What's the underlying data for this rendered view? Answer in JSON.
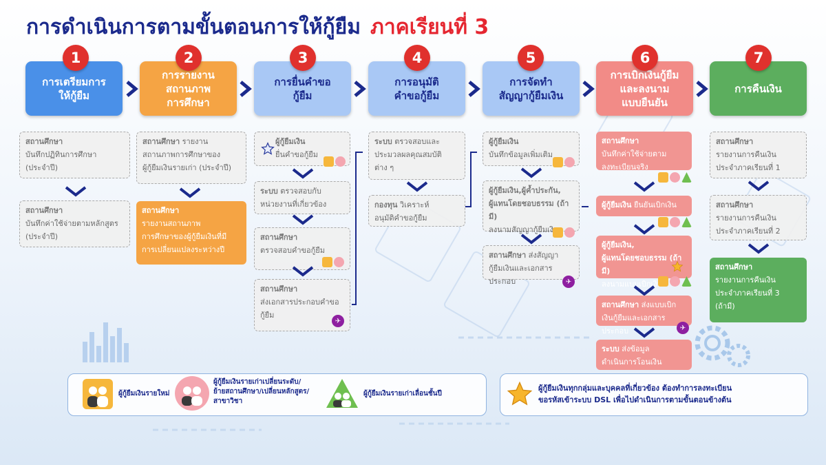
{
  "title": {
    "main": "การดำเนินการตามขั้นตอนการให้กู้ยืม",
    "sub": "ภาคเรียนที่ 3"
  },
  "colors": {
    "blue": "#4a90e8",
    "orange": "#f5a444",
    "lightblue": "#a9c8f5",
    "red": "#f28b87",
    "green": "#5cae5e",
    "navy": "#1b2a8c",
    "badge": "#e0312d"
  },
  "steps": [
    {
      "num": "1",
      "label": "การเตรียมการ\nให้กู้ยืม"
    },
    {
      "num": "2",
      "label": "การรายงาน\nสถานภาพ\nการศึกษา"
    },
    {
      "num": "3",
      "label": "การยื่นคำขอ\nกู้ยืม"
    },
    {
      "num": "4",
      "label": "การอนุมัติ\nคำขอกู้ยืม"
    },
    {
      "num": "5",
      "label": "การจัดทำ\nสัญญากู้ยืมเงิน"
    },
    {
      "num": "6",
      "label": "การเบิกเงินกู้ยืม\nและลงนาม\nแบบยืนยัน"
    },
    {
      "num": "7",
      "label": "การคืนเงิน"
    }
  ],
  "cards": {
    "c1a": {
      "head": "สถานศึกษา",
      "body": "บันทึกปฏิทินการศึกษา\n(ประจำปี)"
    },
    "c1b": {
      "head": "สถานศึกษา",
      "body": "บันทึกค่าใช้จ่ายตามหลักสูตร\n(ประจำปี)"
    },
    "c2a": {
      "head": "สถานศึกษา",
      "body": "รายงาน\nสถานภาพการศึกษาของ\nผู้กู้ยืมเงินรายเก่า (ประจำปี)"
    },
    "c2b": {
      "head": "สถานศึกษา",
      "body": "รายงานสถานภาพ\nการศึกษาของผู้กู้ยืมเงินที่มี\nการเปลี่ยนแปลงระหว่างปี"
    },
    "c3a": {
      "head": "ผู้กู้ยืมเงิน",
      "body": "ยื่นคำขอกู้ยืม"
    },
    "c3b": {
      "head": "ระบบ",
      "body": "ตรวจสอบกับ\nหน่วยงานที่เกี่ยวข้อง"
    },
    "c3c": {
      "head": "สถานศึกษา",
      "body": "ตรวจสอบคำขอกู้ยืม"
    },
    "c3d": {
      "head": "สถานศึกษา",
      "body": "ส่งเอกสารประกอบคำขอ\nกู้ยืม"
    },
    "c4a": {
      "head": "ระบบ",
      "body": "ตรวจสอบและ\nประมวลผลคุณสมบัติ\nต่าง ๆ"
    },
    "c4b": {
      "head": "กองทุน",
      "body": "วิเคราะห์\nอนุมัติคำขอกู้ยืม"
    },
    "c5a": {
      "head": "ผู้กู้ยืมเงิน",
      "body": "บันทึกข้อมูลเพิ่มเติม"
    },
    "c5b": {
      "head": "ผู้กู้ยืมเงิน,ผู้ค้ำประกัน,\nผู้แทนโดยชอบธรรม (ถ้ามี)",
      "body": "ลงนามสัญญากู้ยืมเงิน"
    },
    "c5c": {
      "head": "สถานศึกษา",
      "body": "ส่งสัญญา\nกู้ยืมเงินและเอกสารประกอบ"
    },
    "c6a": {
      "head": "สถานศึกษา",
      "body": "บันทึกค่าใช้จ่ายตาม\nลงทะเบียนจริง"
    },
    "c6b": {
      "head": "ผู้กู้ยืมเงิน",
      "body": "ยืนยันเบิกเงิน"
    },
    "c6c": {
      "head": "ผู้กู้ยืมเงิน,\nผู้แทนโดยชอบธรรม (ถ้ามี)",
      "body": "ลงนามแบบเบิกเงิน"
    },
    "c6d": {
      "head": "สถานศึกษา",
      "body": "ส่งแบบเบิก\nเงินกู้ยืมและเอกสารประกอบ"
    },
    "c6e": {
      "head": "ระบบ",
      "body": "ส่งข้อมูล\nดำเนินการโอนเงิน"
    },
    "c7a": {
      "head": "สถานศึกษา",
      "body": "รายงานการคืนเงิน\nประจำภาคเรียนที่ 1"
    },
    "c7b": {
      "head": "สถานศึกษา",
      "body": "รายงานการคืนเงิน\nประจำภาคเรียนที่ 2"
    },
    "c7c": {
      "head": "สถานศึกษา",
      "body": "รายงานการคืนเงิน\nประจำภาคเรียนที่ 3\n(ถ้ามี)"
    }
  },
  "legend": {
    "new": "ผู้กู้ยืมเงินรายใหม่",
    "change": "ผู้กู้ยืมเงินรายเก่าเปลี่ยนระดับ/\nย้ายสถานศึกษา/เปลี่ยนหลักสูตร/\nสาขาวิชา",
    "promote": "ผู้กู้ยืมเงินรายเก่าเลื่อนชั้นปี",
    "note": "ผู้กู้ยืมเงินทุกกลุ่มและบุคคลที่เกี่ยวข้อง ต้องทำการลงทะเบียน\nขอรหัสเข้าระบบ DSL เพื่อไปดำเนินการตามขั้นตอนข้างต้น"
  }
}
